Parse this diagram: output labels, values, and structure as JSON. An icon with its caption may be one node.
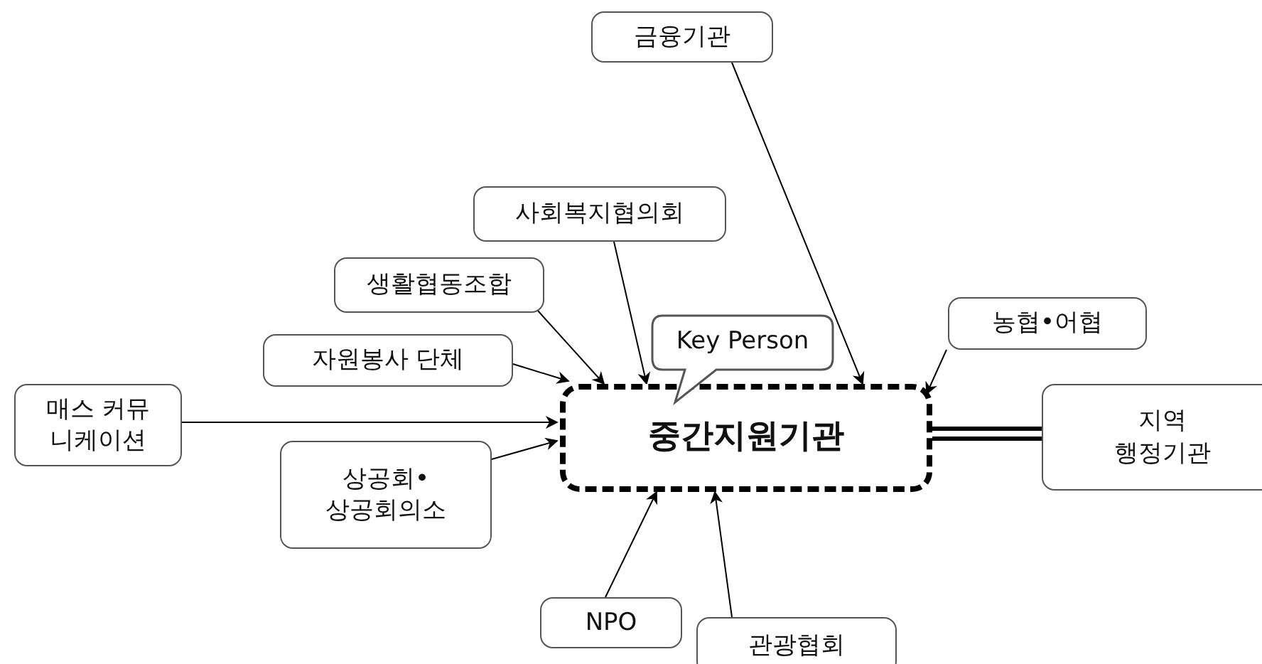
{
  "diagram": {
    "nodes": [
      {
        "text": [
          "금융기관"
        ]
      },
      {
        "text": [
          "사회복지협의회"
        ]
      },
      {
        "text": [
          "생활협동조합"
        ]
      },
      {
        "text": [
          "자원봉사 단체"
        ]
      },
      {
        "text": [
          "Key Person"
        ]
      },
      {
        "text": [
          "농협•어협"
        ]
      },
      {
        "text": [
          "매스 커뮤니케이션"
        ]
      },
      {
        "text": [
          "중간지원기관"
        ]
      },
      {
        "text": [
          "지역 행정기관"
        ]
      },
      {
        "text": [
          "상공회• 상공회의소"
        ]
      },
      {
        "text": [
          "NPO"
        ]
      },
      {
        "text": [
          "관광협회"
        ]
      }
    ],
    "edges": [
      {
        "from": 0,
        "to": 7,
        "arrow": "to"
      },
      {
        "from": 1,
        "to": 7,
        "arrow": "to"
      },
      {
        "from": 2,
        "to": 7,
        "arrow": "to"
      },
      {
        "from": 3,
        "to": 7,
        "arrow": "to"
      },
      {
        "from": 5,
        "to": 7,
        "arrow": "to"
      },
      {
        "from": 6,
        "to": 7,
        "arrow": "to"
      },
      {
        "from": 8,
        "to": 7,
        "arrow": "none",
        "style": "thick"
      },
      {
        "from": 9,
        "to": 7,
        "arrow": "to"
      },
      {
        "from": 10,
        "to": 7,
        "arrow": "to"
      },
      {
        "from": 11,
        "to": 7,
        "arrow": "to"
      }
    ]
  }
}
